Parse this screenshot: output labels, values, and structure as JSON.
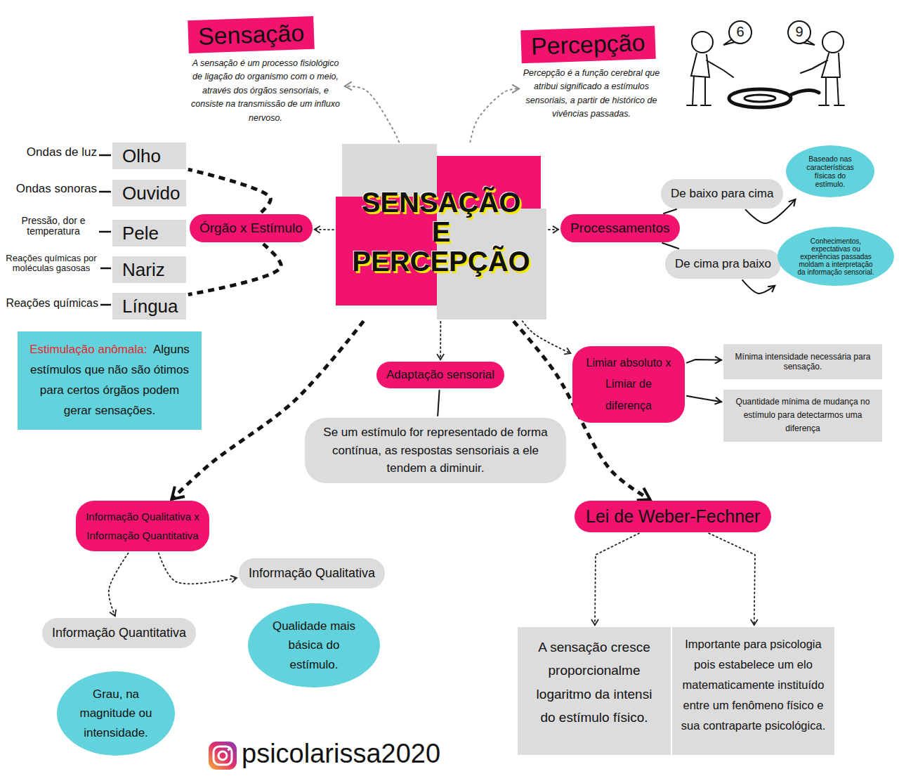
{
  "diagram": {
    "nodes": [
      {
        "text": [
          "Sensação",
          "A sensação é um processo fisiológico de ligação do organismo com o meio, através dos órgãos sensoriais, e consiste na transmissão de um influxo nervoso."
        ]
      },
      {
        "text": [
          "Percepção",
          "Percepção é a função cerebral que atribui significado a estímulos sensoriais, a partir de histórico de vivências passadas."
        ]
      },
      {
        "text": [
          "SENSAÇÃO E PERCEPÇÃO"
        ]
      },
      {
        "text": [
          "Órgão x Estímulo"
        ]
      },
      {
        "text": [
          "Olho"
        ]
      },
      {
        "text": [
          "Ouvido"
        ]
      },
      {
        "text": [
          "Pele"
        ]
      },
      {
        "text": [
          "Nariz"
        ]
      },
      {
        "text": [
          "Língua"
        ]
      },
      {
        "text": [
          "Estimulação anômala:",
          "Alguns estímulos que não são ótimos para certos órgãos podem gerar sensações."
        ]
      },
      {
        "text": [
          "Processamentos"
        ]
      },
      {
        "text": [
          "De baixo para cima"
        ]
      },
      {
        "text": [
          "De cima pra baixo"
        ]
      },
      {
        "text": [
          "Baseado nas características físicas do estímulo."
        ]
      },
      {
        "text": [
          "Conhecimentos, expectativas ou experiências passadas moldam a interpretação da informação sensorial."
        ]
      },
      {
        "text": [
          "Adaptação sensorial"
        ]
      },
      {
        "text": [
          "Se um estímulo for representado de forma contínua, as respostas sensoriais a ele tendem a diminuir."
        ]
      },
      {
        "text": [
          "Limiar absoluto x Limiar de diferença"
        ]
      },
      {
        "text": [
          "Mínima intensidade necessária para sensação."
        ]
      },
      {
        "text": [
          "Quantidade mínima de mudança no estímulo para detectarmos uma diferença"
        ]
      },
      {
        "text": [
          "Informação Qualitativa x Informação Quantitativa"
        ]
      },
      {
        "text": [
          "Informação Qualitativa"
        ]
      },
      {
        "text": [
          "Qualidade mais básica do estímulo."
        ]
      },
      {
        "text": [
          "Informação Quantitativa"
        ]
      },
      {
        "text": [
          "Grau, na magnitude ou intensidade."
        ]
      },
      {
        "text": [
          "Lei de Weber-Fechner"
        ]
      },
      {
        "text": [
          "A sensação cresce proporcionalme logaritmo da intensi do estímulo físico."
        ]
      },
      {
        "text": [
          "Importante para psicologia pois estabelece um elo matematicamente instituído entre um fenômeno físico e sua contraparte psicológica."
        ]
      }
    ],
    "edges": [
      {
        "from": 2,
        "to": 0,
        "arrow": "to"
      },
      {
        "from": 2,
        "to": 1,
        "arrow": "to"
      },
      {
        "from": 2,
        "to": 3,
        "arrow": "to"
      },
      {
        "from": 2,
        "to": 10,
        "arrow": "to"
      },
      {
        "from": 2,
        "to": 15,
        "arrow": "to"
      },
      {
        "from": 2,
        "to": 17,
        "arrow": "to"
      },
      {
        "from": 2,
        "to": 20,
        "arrow": "to"
      },
      {
        "from": 2,
        "to": 25,
        "arrow": "to"
      },
      {
        "from": 3,
        "to": 4,
        "arrow": "none"
      },
      {
        "from": 3,
        "to": 8,
        "arrow": "none"
      },
      {
        "from": 10,
        "to": 11,
        "arrow": "none"
      },
      {
        "from": 10,
        "to": 12,
        "arrow": "none"
      },
      {
        "from": 11,
        "to": 13,
        "arrow": "to"
      },
      {
        "from": 12,
        "to": 14,
        "arrow": "to"
      },
      {
        "from": 15,
        "to": 16,
        "arrow": "none"
      },
      {
        "from": 17,
        "to": 18,
        "arrow": "to"
      },
      {
        "from": 17,
        "to": 19,
        "arrow": "to"
      },
      {
        "from": 20,
        "to": 21,
        "arrow": "to"
      },
      {
        "from": 20,
        "to": 23,
        "arrow": "to"
      },
      {
        "from": 25,
        "to": 26,
        "arrow": "to"
      },
      {
        "from": 25,
        "to": 27,
        "arrow": "to"
      }
    ],
    "labels": [
      "Ondas de luz",
      "Ondas sonoras",
      "Pressão, dor e temperatura",
      "Reações químicas por moléculas gasosas",
      "Reações químicas",
      "6",
      "9",
      "psicolarissa2020"
    ]
  }
}
